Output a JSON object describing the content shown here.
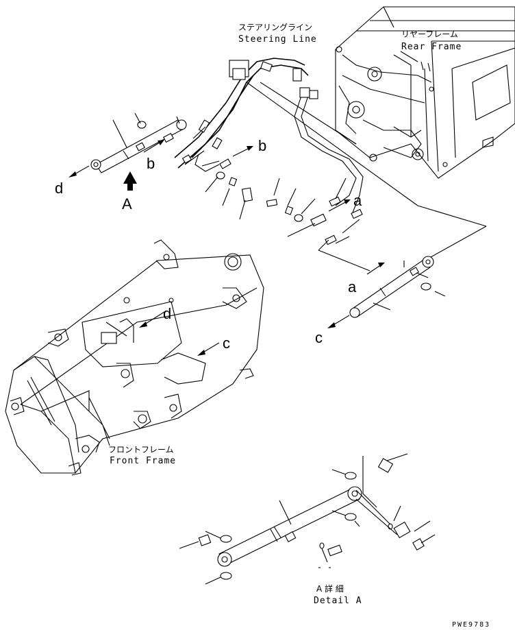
{
  "labels": {
    "steering_line_jp": "ステアリングライン",
    "steering_line_en": "Steering Line",
    "rear_frame_jp": "リヤーフレーム",
    "rear_frame_en": "Rear Frame",
    "front_frame_jp": "フロントフレーム",
    "front_frame_en": "Front Frame",
    "detail_a_jp": "A 詳 細",
    "detail_a_en": "Detail A",
    "view_arrow_letter": "A",
    "ref_a1": "a",
    "ref_a2": "a",
    "ref_b1": "b",
    "ref_b2": "b",
    "ref_c1": "c",
    "ref_c2": "c",
    "ref_d1": "d",
    "ref_d2": "d",
    "drawing_number": "PWE9783"
  }
}
